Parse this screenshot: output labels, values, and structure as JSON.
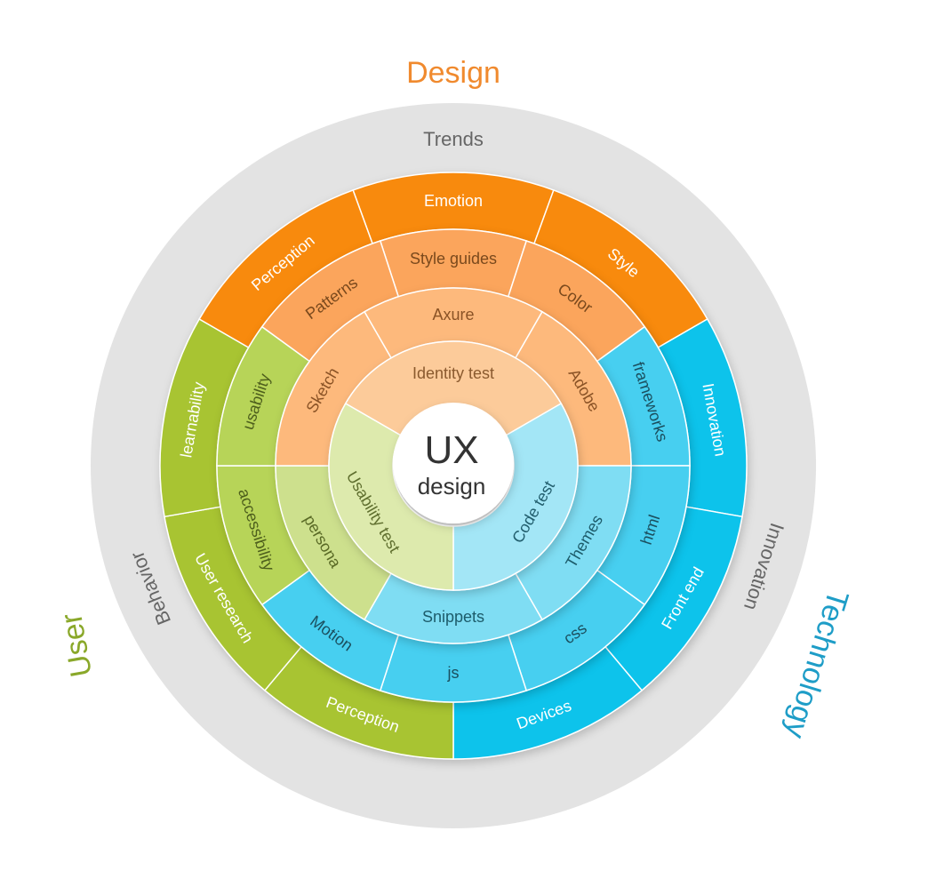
{
  "diagram": {
    "center": {
      "line1": "UX",
      "line2": "design"
    },
    "categories": [
      {
        "id": "design",
        "label": "Design",
        "color": "#F08A2E"
      },
      {
        "id": "user",
        "label": "User",
        "color": "#8AA82A"
      },
      {
        "id": "technology",
        "label": "Technology",
        "color": "#1E9DC7"
      }
    ],
    "background_ring": {
      "color": "#E3E3E3",
      "labels": [
        {
          "id": "trends",
          "text": "Trends"
        },
        {
          "id": "behavior",
          "text": "Behavior"
        },
        {
          "id": "innovation",
          "text": "Innovation"
        }
      ]
    },
    "rings": [
      {
        "id": "ring1",
        "segments": [
          {
            "text": "Identity test",
            "color": "#FCCB9A",
            "text_color": "#8A5A2E"
          },
          {
            "text": "Code test",
            "color": "#A3E6F6",
            "text_color": "#235E6E"
          },
          {
            "text": "Usability test",
            "color": "#DDEAAD",
            "text_color": "#5E6E2E"
          }
        ]
      },
      {
        "id": "ring2",
        "segments": [
          {
            "text": "Axure",
            "color": "#FDB97B",
            "text_color": "#8A5226"
          },
          {
            "text": "Adobe",
            "color": "#FDB97B",
            "text_color": "#8A5226"
          },
          {
            "text": "Themes",
            "color": "#7FDDF3",
            "text_color": "#1F5B6B"
          },
          {
            "text": "Snippets",
            "color": "#7FDDF3",
            "text_color": "#1F5B6B"
          },
          {
            "text": "persona",
            "color": "#CDE08D",
            "text_color": "#5A6A26"
          },
          {
            "text": "Sketch",
            "color": "#FDB97B",
            "text_color": "#8A5226"
          }
        ]
      },
      {
        "id": "ring3",
        "segments": [
          {
            "text": "Style guides",
            "color": "#FBA55C",
            "text_color": "#7A4A1E"
          },
          {
            "text": "Color",
            "color": "#FBA55C",
            "text_color": "#7A4A1E"
          },
          {
            "text": "frameworks",
            "color": "#46CFF0",
            "text_color": "#1A4F5E"
          },
          {
            "text": "html",
            "color": "#46CFF0",
            "text_color": "#1A4F5E"
          },
          {
            "text": "css",
            "color": "#46CFF0",
            "text_color": "#1A4F5E"
          },
          {
            "text": "js",
            "color": "#46CFF0",
            "text_color": "#1A4F5E"
          },
          {
            "text": "Motion",
            "color": "#46CFF0",
            "text_color": "#1A4F5E"
          },
          {
            "text": "accessibility",
            "color": "#B7D458",
            "text_color": "#4E5E1E"
          },
          {
            "text": "usability",
            "color": "#B7D458",
            "text_color": "#4E5E1E"
          },
          {
            "text": "Patterns",
            "color": "#FBA55C",
            "text_color": "#7A4A1E"
          }
        ]
      },
      {
        "id": "ring4",
        "segments": [
          {
            "text": "Emotion",
            "color": "#F88A10",
            "text_color": "#FFFFFF"
          },
          {
            "text": "Style",
            "color": "#F88A10",
            "text_color": "#FFFFFF"
          },
          {
            "text": "Innovation",
            "color": "#10C3EB",
            "text_color": "#FFFFFF"
          },
          {
            "text": "Front end",
            "color": "#10C3EB",
            "text_color": "#FFFFFF"
          },
          {
            "text": "Devices",
            "color": "#10C3EB",
            "text_color": "#FFFFFF"
          },
          {
            "text": "Perception",
            "color": "#A8C432",
            "text_color": "#FFFFFF"
          },
          {
            "text": "User research",
            "color": "#A8C432",
            "text_color": "#FFFFFF"
          },
          {
            "text": "learnability",
            "color": "#A8C432",
            "text_color": "#FFFFFF"
          },
          {
            "text": "Perception",
            "color": "#F88A10",
            "text_color": "#FFFFFF"
          }
        ]
      }
    ]
  }
}
